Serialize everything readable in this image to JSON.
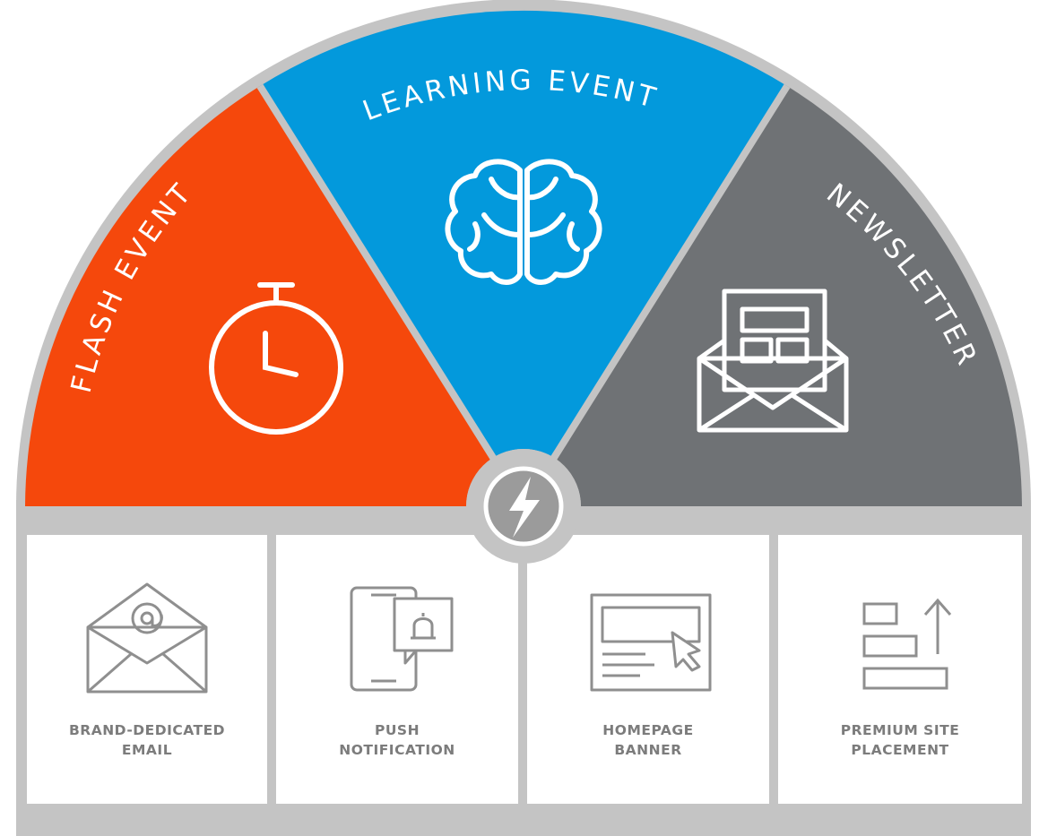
{
  "segments": [
    {
      "key": "flash",
      "label": "FLASH EVENT",
      "color": "#f5480c",
      "icon": "stopwatch-icon"
    },
    {
      "key": "learning",
      "label": "LEARNING EVENT",
      "color": "#0399dc",
      "icon": "brain-icon"
    },
    {
      "key": "newsletter",
      "label": "NEWSLETTER",
      "color": "#6f7275",
      "icon": "newsletter-envelope-icon"
    }
  ],
  "hub": {
    "icon": "lightning-bolt-icon"
  },
  "tiles": [
    {
      "line1": "BRAND-DEDICATED",
      "line2": "EMAIL",
      "icon": "email-at-icon"
    },
    {
      "line1": "PUSH",
      "line2": "NOTIFICATION",
      "icon": "phone-bell-icon"
    },
    {
      "line1": "HOMEPAGE",
      "line2": "BANNER",
      "icon": "banner-cursor-icon"
    },
    {
      "line1": "PREMIUM SITE",
      "line2": "PLACEMENT",
      "icon": "ranking-up-icon"
    }
  ],
  "colors": {
    "frame": "#c4c4c4",
    "tile_bg": "#ffffff",
    "line_art": "#8f8f8f",
    "hub_bg": "#9b9b9b"
  }
}
